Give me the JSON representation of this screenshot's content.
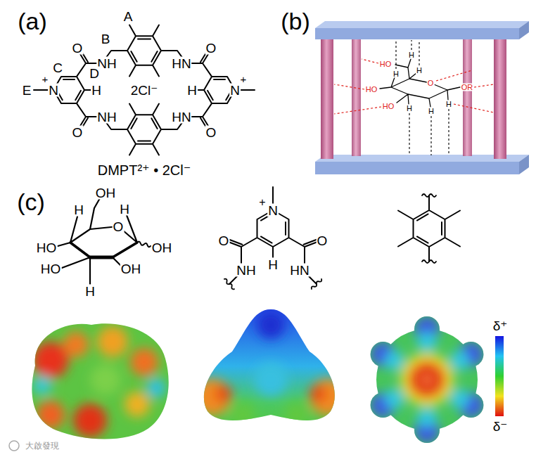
{
  "diagram": {
    "labels": [
      "(a)",
      "A",
      "B",
      "+",
      "C",
      "O",
      "NH",
      "HN",
      "O",
      "+",
      "E",
      "N",
      "D",
      "H",
      "2Cl⁻",
      "H",
      "N",
      "NH",
      "HN",
      "O",
      "O",
      "DMPT²⁺ • 2Cl⁻",
      "(b)",
      "HO",
      "H",
      "H",
      "H",
      "HO",
      "O",
      "OR",
      "HO",
      "H",
      "H",
      "H",
      "(c)",
      "OH",
      "H",
      "H",
      "O",
      "HO",
      "OH",
      "HO",
      "OH",
      "H",
      "+",
      "N",
      "O",
      "O",
      "H",
      "NH",
      "HN",
      "δ⁺",
      "δ⁻",
      "大啟發現"
    ]
  }
}
